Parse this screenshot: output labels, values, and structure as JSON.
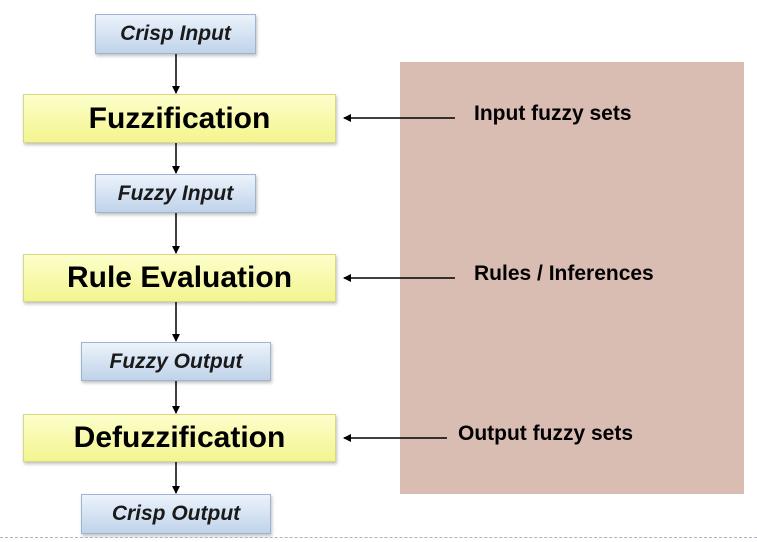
{
  "flow": {
    "crisp_input": "Crisp Input",
    "fuzzification": "Fuzzification",
    "fuzzy_input": "Fuzzy Input",
    "rule_evaluation": "Rule Evaluation",
    "fuzzy_output": "Fuzzy Output",
    "defuzzification": "Defuzzification",
    "crisp_output": "Crisp Output"
  },
  "knowledge_panel": {
    "input_sets": "Input fuzzy sets",
    "rules": "Rules / Inferences",
    "output_sets": "Output fuzzy sets"
  },
  "colors": {
    "panel": "#d9bdb3",
    "data_box": "#bfd3ea",
    "process_box": "#f3f58f"
  }
}
